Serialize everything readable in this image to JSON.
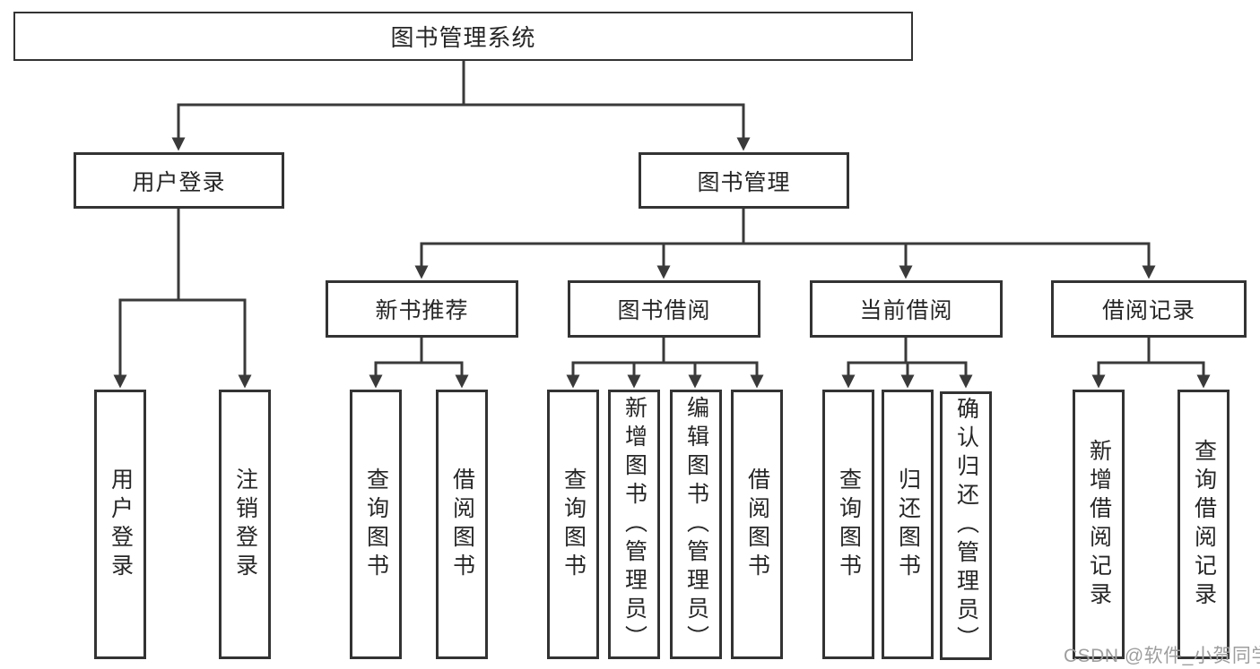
{
  "colors": {
    "background": "#ffffff",
    "line": "#3a3a3a",
    "box_border": "#333333",
    "box_fill": "#ffffff",
    "text": "#262626",
    "watermark": "#9e9e9e"
  },
  "tree": {
    "root": {
      "label": "图书管理系统"
    },
    "branches": [
      {
        "label": "用户登录",
        "children": [
          {
            "label": "用户登录"
          },
          {
            "label": "注销登录"
          }
        ]
      },
      {
        "label": "图书管理",
        "children": [
          {
            "label": "新书推荐",
            "children": [
              {
                "label": "查询图书"
              },
              {
                "label": "借阅图书"
              }
            ]
          },
          {
            "label": "图书借阅",
            "children": [
              {
                "label": "查询图书"
              },
              {
                "label": "新增图书（管理员）"
              },
              {
                "label": "编辑图书（管理员）"
              },
              {
                "label": "借阅图书"
              }
            ]
          },
          {
            "label": "当前借阅",
            "children": [
              {
                "label": "查询图书"
              },
              {
                "label": "归还图书"
              },
              {
                "label": "确认归还（管理员）"
              }
            ]
          },
          {
            "label": "借阅记录",
            "children": [
              {
                "label": "新增借阅记录"
              },
              {
                "label": "查询借阅记录"
              }
            ]
          }
        ]
      }
    ]
  },
  "watermark": {
    "text": "CSDN @软件_小贺同学"
  }
}
